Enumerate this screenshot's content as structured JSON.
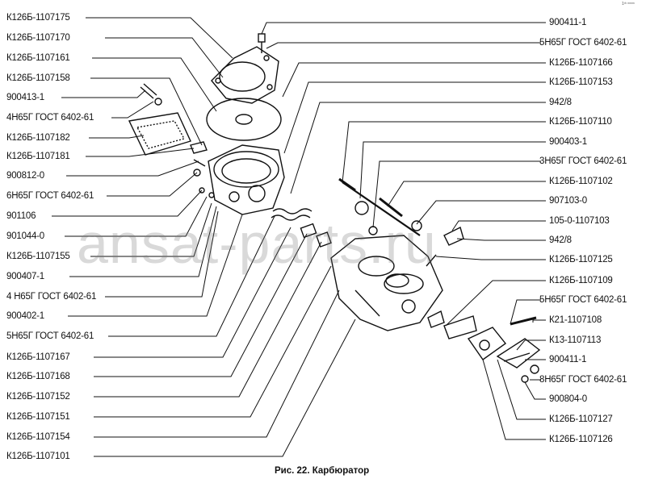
{
  "corner_mark": "1ᵗʰ ᵐᵐᵐ",
  "watermark": "ansat-parts.ru",
  "caption": "Рис. 22. Карбюратор",
  "left_labels": [
    "К126Б-1107175",
    "К126Б-1107170",
    "К126Б-1107161",
    "К126Б-1107158",
    "900413-1",
    "4Н65Г ГОСТ 6402-61",
    "К126Б-1107182",
    "К126Б-1107181",
    "900812-0",
    "6Н65Г ГОСТ 6402-61",
    "901106",
    "901044-0",
    "К126Б-1107155",
    "900407-1",
    "4 Н65Г ГОСТ 6402-61",
    "900402-1",
    "5Н65Г ГОСТ 6402-61",
    "К126Б-1107167",
    "К126Б-1107168",
    "К126Б-1107152",
    "К126Б-1107151",
    "К126Б-1107154",
    "К126Б-1107101"
  ],
  "right_labels": [
    "900411-1",
    "5Н65Г ГОСТ 6402-61",
    "К126Б-1107166",
    "К126Б-1107153",
    "942/8",
    "К126Б-1107110",
    "900403-1",
    "3Н65Г ГОСТ 6402-61",
    "К126Б-1107102",
    "907103-0",
    "105-0-1107103",
    "942/8",
    "К126Б-1107125",
    "К126Б-1107109",
    "5Н65Г ГОСТ 6402-61",
    "К21-1107108",
    "К13-1107113",
    "900411-1",
    "8Н65Г ГОСТ 6402-61",
    "900804-0",
    "К126Б-1107127",
    "К126Б-1107126"
  ]
}
